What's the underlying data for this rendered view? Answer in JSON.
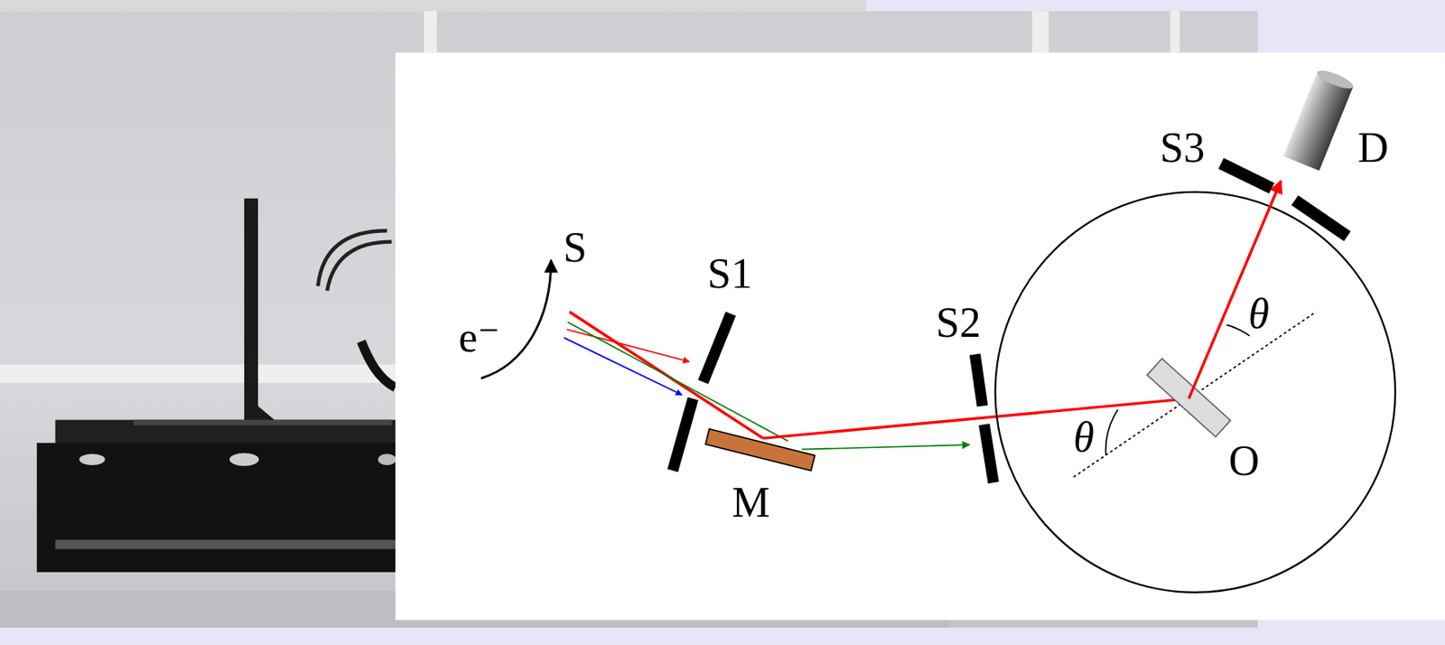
{
  "diagram": {
    "labels": [
      "S",
      "e⁻",
      "S1",
      "M",
      "S2",
      "S3",
      "D",
      "θ",
      "θ",
      "O"
    ]
  }
}
